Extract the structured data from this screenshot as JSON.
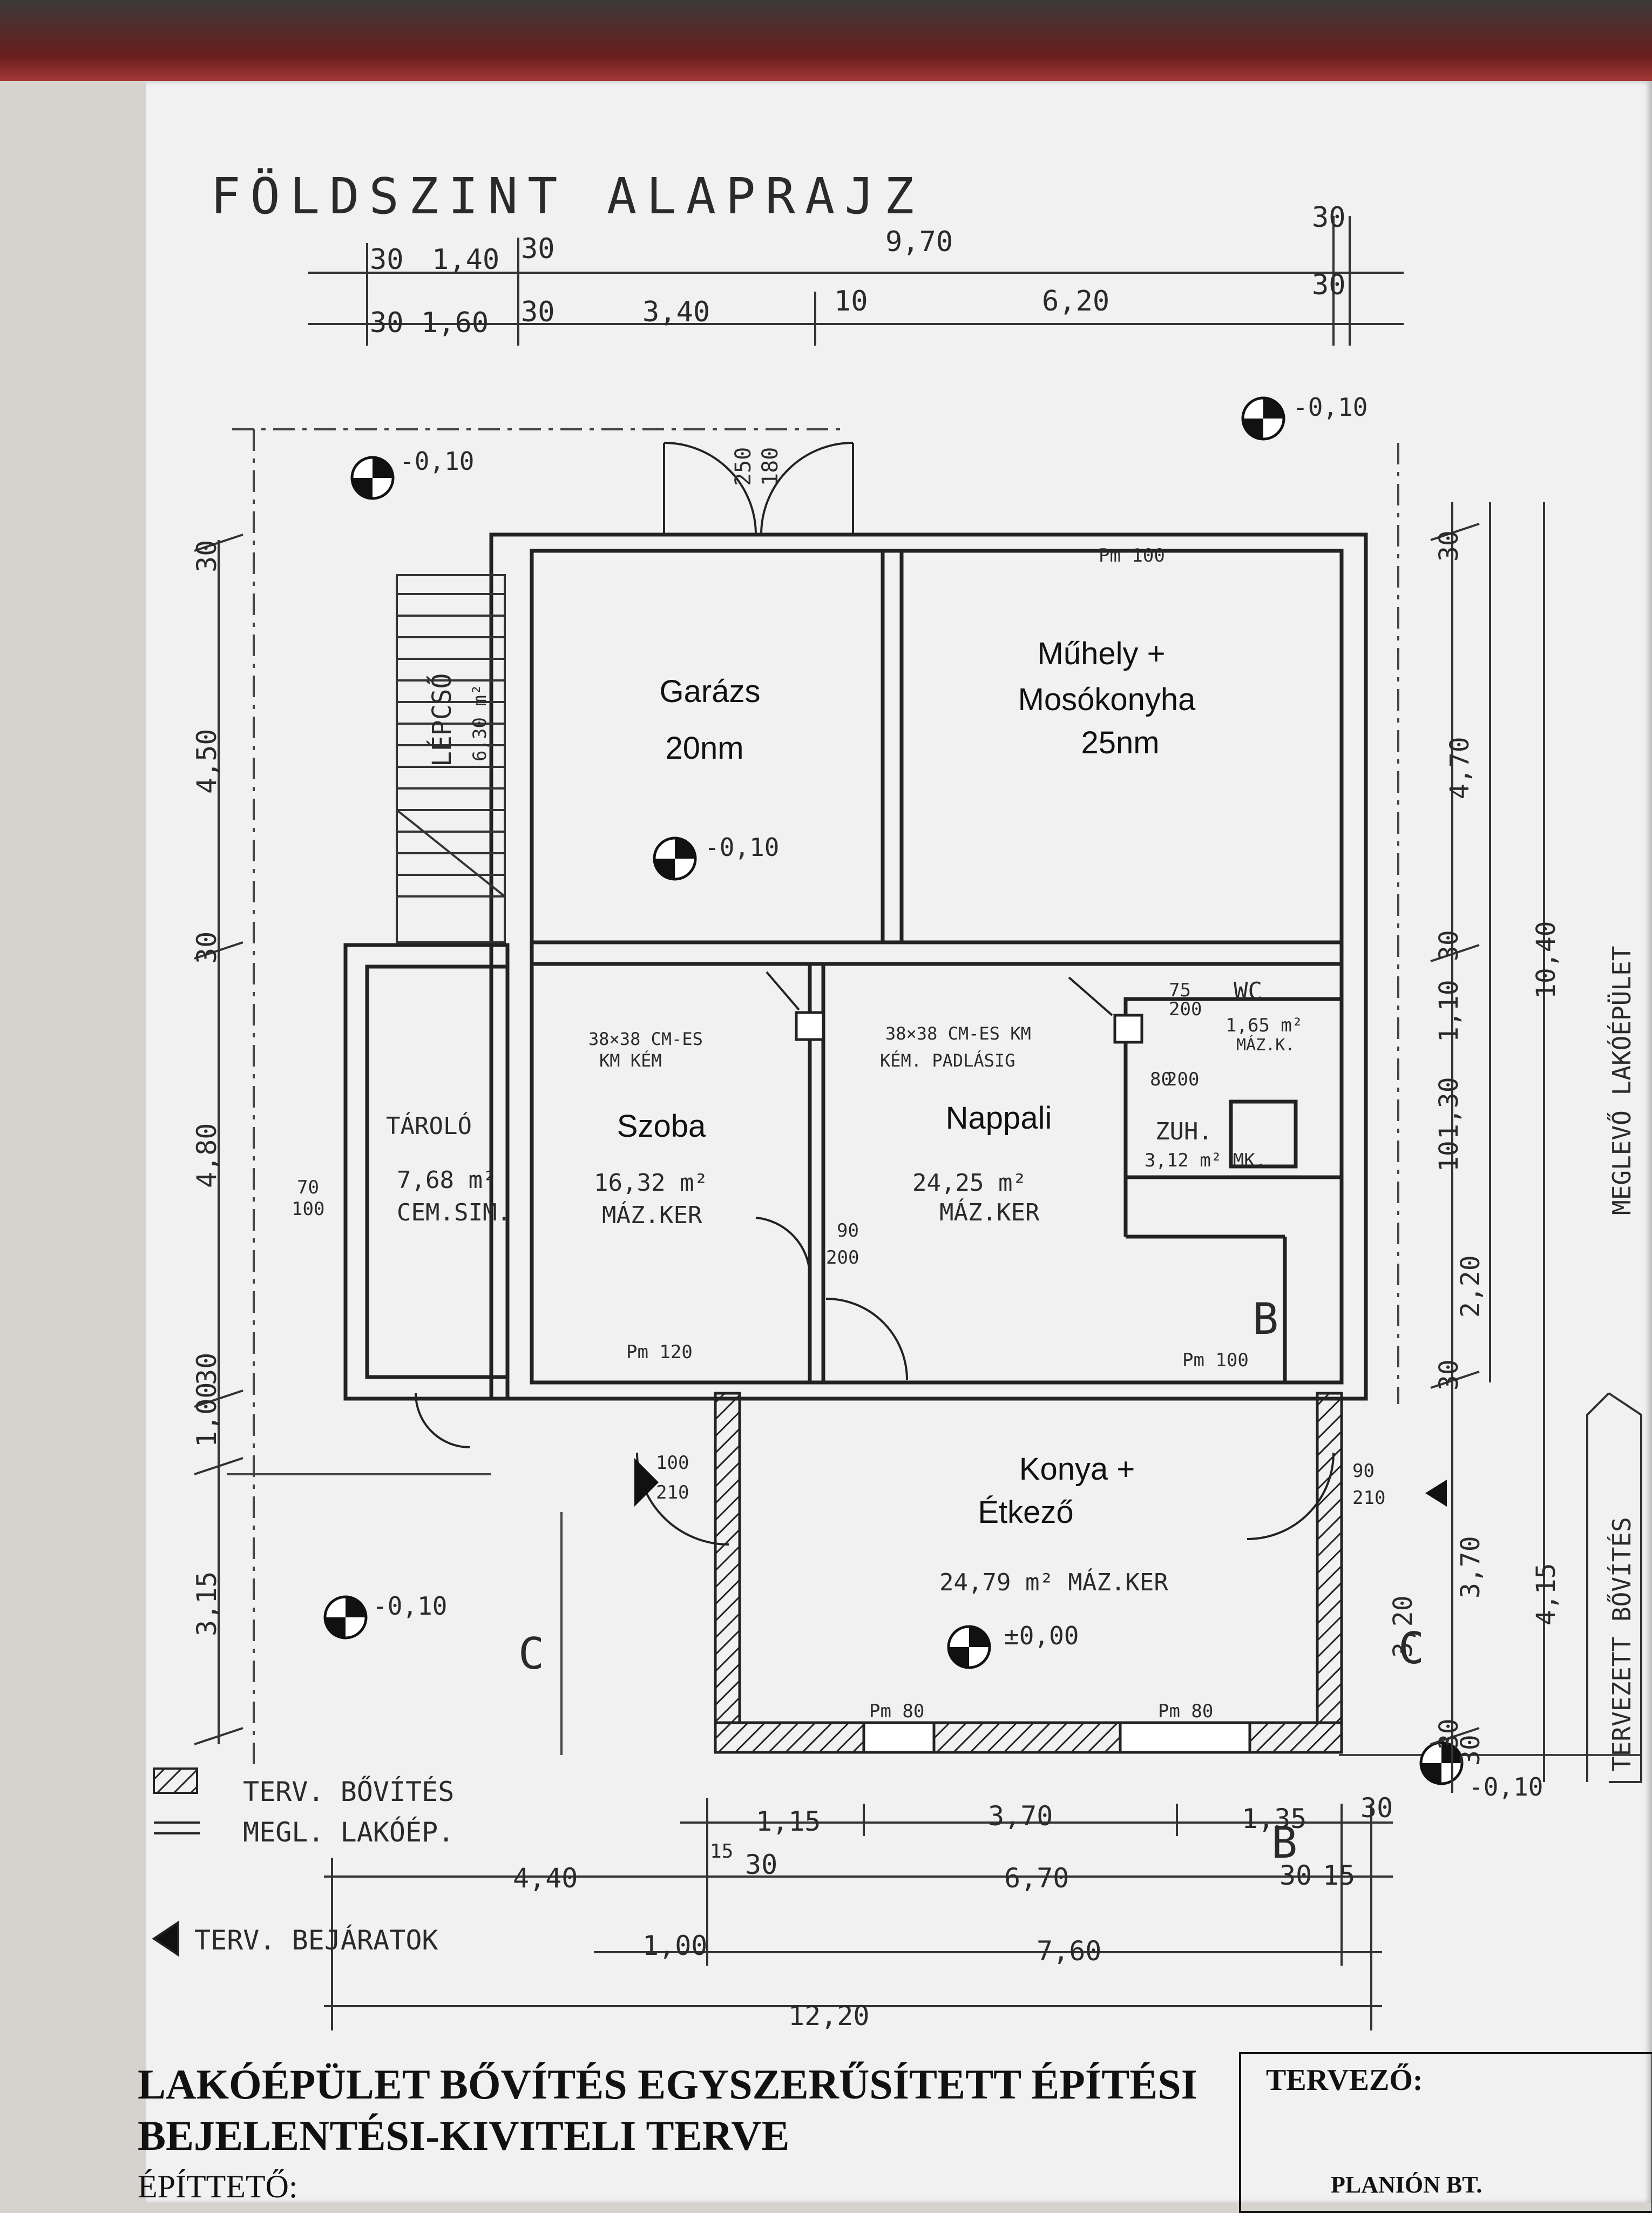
{
  "sheet_title": "FÖLDSZINT ALAPRAJZ",
  "rooms": {
    "garazs": {
      "name": "Garázs",
      "area": "20nm"
    },
    "muhely": {
      "name_line1": "Műhely +",
      "name_line2": "Mosókonyha",
      "area": "25nm"
    },
    "szoba": {
      "name": "Szoba",
      "area": "16,32 m²",
      "floor": "MÁZ.KER"
    },
    "nappali": {
      "name": "Nappali",
      "area": "24,25 m²",
      "floor": "MÁZ.KER"
    },
    "tarolo": {
      "name": "TÁROLÓ",
      "area": "7,68 m²",
      "floor": "CEM.SIM."
    },
    "lepcso": {
      "name": "LÉPCSŐ",
      "area": "6,30 m²"
    },
    "wc": {
      "name": "WC",
      "area": "1,65 m²",
      "floor": "MÁZ.K."
    },
    "zuh": {
      "name": "ZUH.",
      "area": "3,12 m² MK."
    },
    "konyha": {
      "name_line1": "Konya +",
      "name_line2": "Étkező",
      "area": "24,79 m² MÁZ.KER"
    }
  },
  "chimney_notes": {
    "left": {
      "line1": "38×38 CM-ES",
      "line2": "KM KÉM"
    },
    "right": {
      "line1": "38×38 CM-ES KM",
      "line2": "KÉM. PADLÁSIG"
    }
  },
  "levels": {
    "top_right": "-0,10",
    "top_left": "-0,10",
    "garage": "-0,10",
    "yard": "-0,10",
    "kitchen": "±0,00",
    "bottom_right": "-0,10"
  },
  "dimensions_top": {
    "row1": [
      "30",
      "1,40",
      "30",
      "9,70",
      "30"
    ],
    "row2": [
      "30",
      "1,60",
      "30",
      "3,40",
      "10",
      "6,20",
      "30"
    ]
  },
  "dimensions_bottom": {
    "row1": [
      "1,15",
      "3,70",
      "1,35",
      "30"
    ],
    "row2": [
      "4,40",
      "15",
      "30",
      "6,70",
      "30",
      "15"
    ],
    "row3": [
      "1,00",
      "7,60"
    ],
    "row4": [
      "12,20"
    ]
  },
  "dimensions_left": [
    "30",
    "4,50",
    "30",
    "4,80",
    "30",
    "1,00",
    "3,15"
  ],
  "dimensions_right": [
    "30",
    "4,70",
    "10,40",
    "1,10",
    "30",
    "1,30",
    "10",
    "2,20",
    "30",
    "3,70",
    "3,20",
    "30",
    "4,15",
    "30"
  ],
  "openings": {
    "garage_door": [
      "250",
      "180"
    ],
    "workshop_window": "Pm 100",
    "szoba_window": "Pm 120",
    "nappali_window": "Pm 100",
    "kitchen_window_l": "Pm 80",
    "kitchen_window_r": "Pm 80",
    "tarolo_window": [
      "70",
      "100"
    ],
    "inner_door": [
      "90",
      "200"
    ],
    "entry_door": [
      "100",
      "210"
    ],
    "side_door": [
      "90",
      "210"
    ],
    "wc_door": [
      "75",
      "200"
    ],
    "zuh_door": [
      "80",
      "200"
    ]
  },
  "section_marks": {
    "c": "C",
    "b": "B"
  },
  "side_labels": {
    "existing": "MEGLEVŐ LAKÓÉPÜLET",
    "planned": "TERVEZETT BŐVÍTÉS"
  },
  "legend": {
    "item1": "TERV. BŐVÍTÉS",
    "item2": "MEGL. LAKÓÉP.",
    "item3": "TERV. BEJÁRATOK"
  },
  "title_block": {
    "line1": "LAKÓÉPÜLET BŐVÍTÉS EGYSZERŰSÍTETT ÉPÍTÉSI",
    "line2": "BEJELENTÉSI-KIVITELI TERVE",
    "line3": "ÉPÍTTETŐ:",
    "designer_label": "TERVEZŐ:",
    "designer_name": "PLANIÓN BT."
  }
}
